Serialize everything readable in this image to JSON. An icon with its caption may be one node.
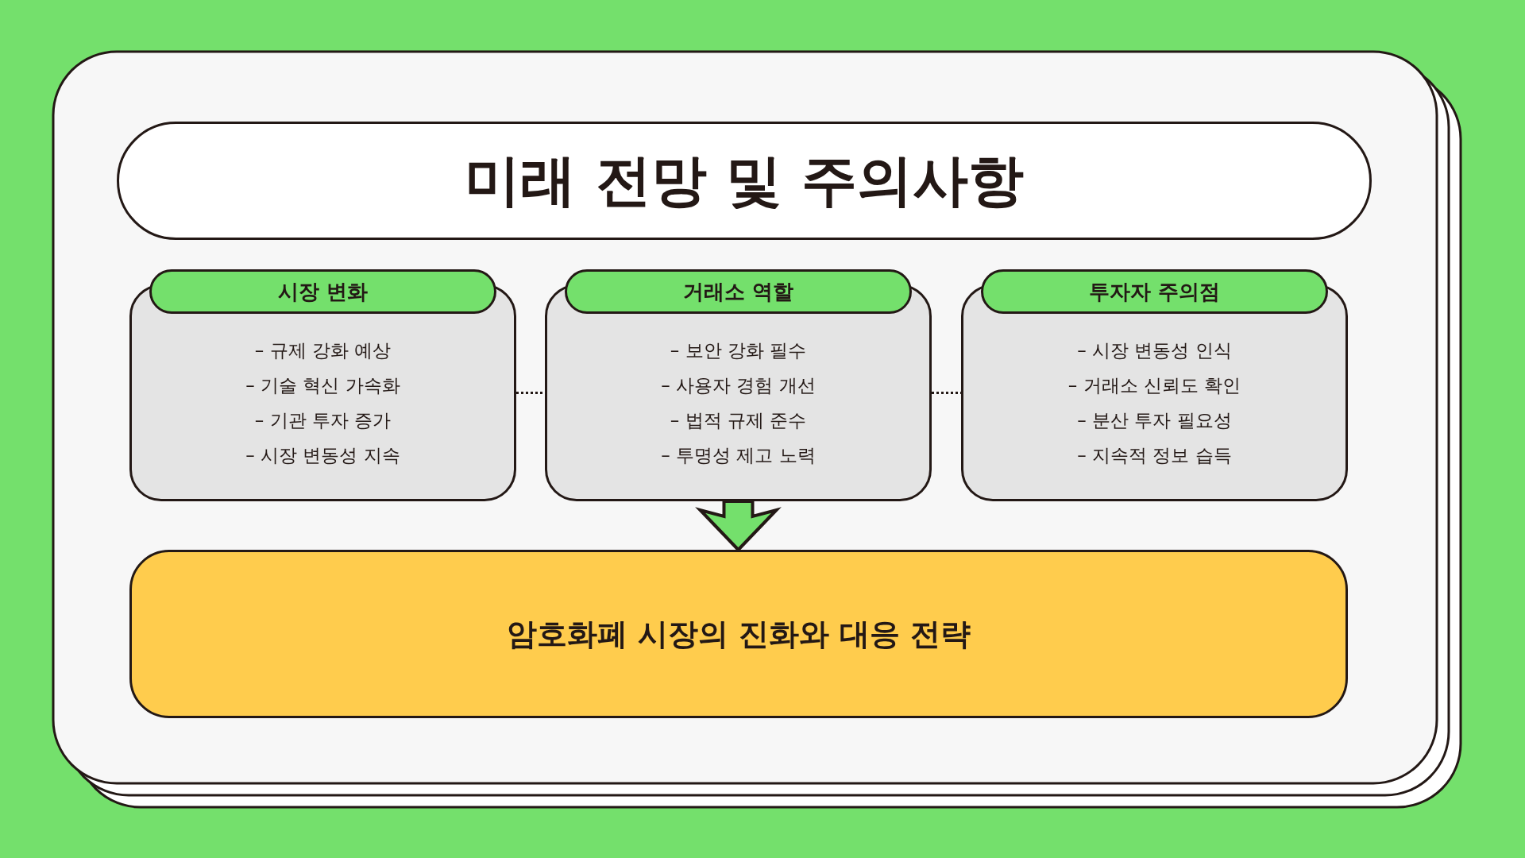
{
  "diagram": {
    "nodes": [
      {
        "text": [
          "미래 전망 및 주의사항"
        ]
      },
      {
        "text": [
          "시장 변화",
          "– 규제 강화 예상",
          "– 기술 혁신 가속화",
          "– 기관 투자 증가",
          "– 시장 변동성 지속"
        ]
      },
      {
        "text": [
          "거래소 역할",
          "– 보안 강화 필수",
          "– 사용자 경험 개선",
          "– 법적 규제 준수",
          "– 투명성 제고 노력"
        ]
      },
      {
        "text": [
          "투자자 주의점",
          "– 시장 변동성 인식",
          "– 거래소 신뢰도 확인",
          "– 분산 투자 필요성",
          "– 지속적 정보 습득"
        ]
      },
      {
        "text": [
          "암호화폐 시장의 진화와 대응 전략"
        ]
      }
    ],
    "edges": [
      {
        "from": 1,
        "to": 2,
        "arrow": "none",
        "style": "dashed"
      },
      {
        "from": 2,
        "to": 3,
        "arrow": "none",
        "style": "dashed"
      },
      {
        "from": 2,
        "to": 4,
        "arrow": "to",
        "style": "thick",
        "color": "#74e06c"
      }
    ]
  }
}
